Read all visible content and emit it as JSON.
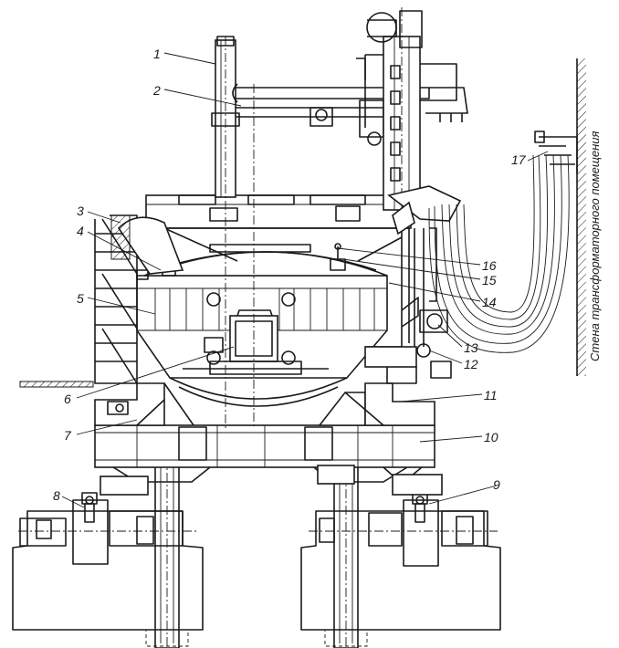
{
  "labels": {
    "l1": "1",
    "l2": "2",
    "l3": "3",
    "l4": "4",
    "l5": "5",
    "l6": "6",
    "l7": "7",
    "l8": "8",
    "l9": "9",
    "l10": "10",
    "l11": "11",
    "l12": "12",
    "l13": "13",
    "l14": "14",
    "l15": "15",
    "l16": "16",
    "l17": "17"
  },
  "wall_caption": "Стена трансформаторного помещения"
}
